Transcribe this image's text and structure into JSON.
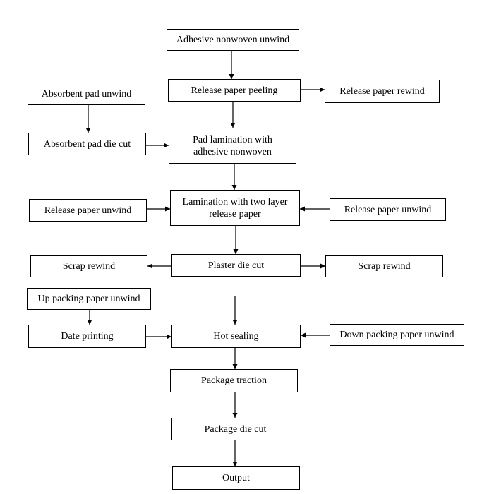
{
  "diagram": {
    "steps": {
      "adhesive_nonwoven_unwind": "Adhesive nonwoven unwind",
      "release_paper_peeling": "Release paper peeling",
      "release_paper_rewind": "Release paper rewind",
      "absorbent_pad_unwind": "Absorbent pad unwind",
      "absorbent_pad_die_cut": "Absorbent pad die cut",
      "pad_lamination": "Pad lamination with adhesive nonwoven",
      "release_paper_unwind_left": "Release paper unwind",
      "lamination_two_layer": "Lamination with two layer release paper",
      "release_paper_unwind_right": "Release paper unwind",
      "scrap_rewind_left": "Scrap rewind",
      "plaster_die_cut": "Plaster die cut",
      "scrap_rewind_right": "Scrap rewind",
      "up_packing_paper_unwind": "Up packing paper unwind",
      "date_printing": "Date printing",
      "hot_sealing": "Hot sealing",
      "down_packing_paper_unwind": "Down packing paper unwind",
      "package_traction": "Package traction",
      "package_die_cut": "Package die cut",
      "output": "Output"
    },
    "colors": {
      "stroke": "#000000",
      "fill": "#ffffff"
    }
  }
}
